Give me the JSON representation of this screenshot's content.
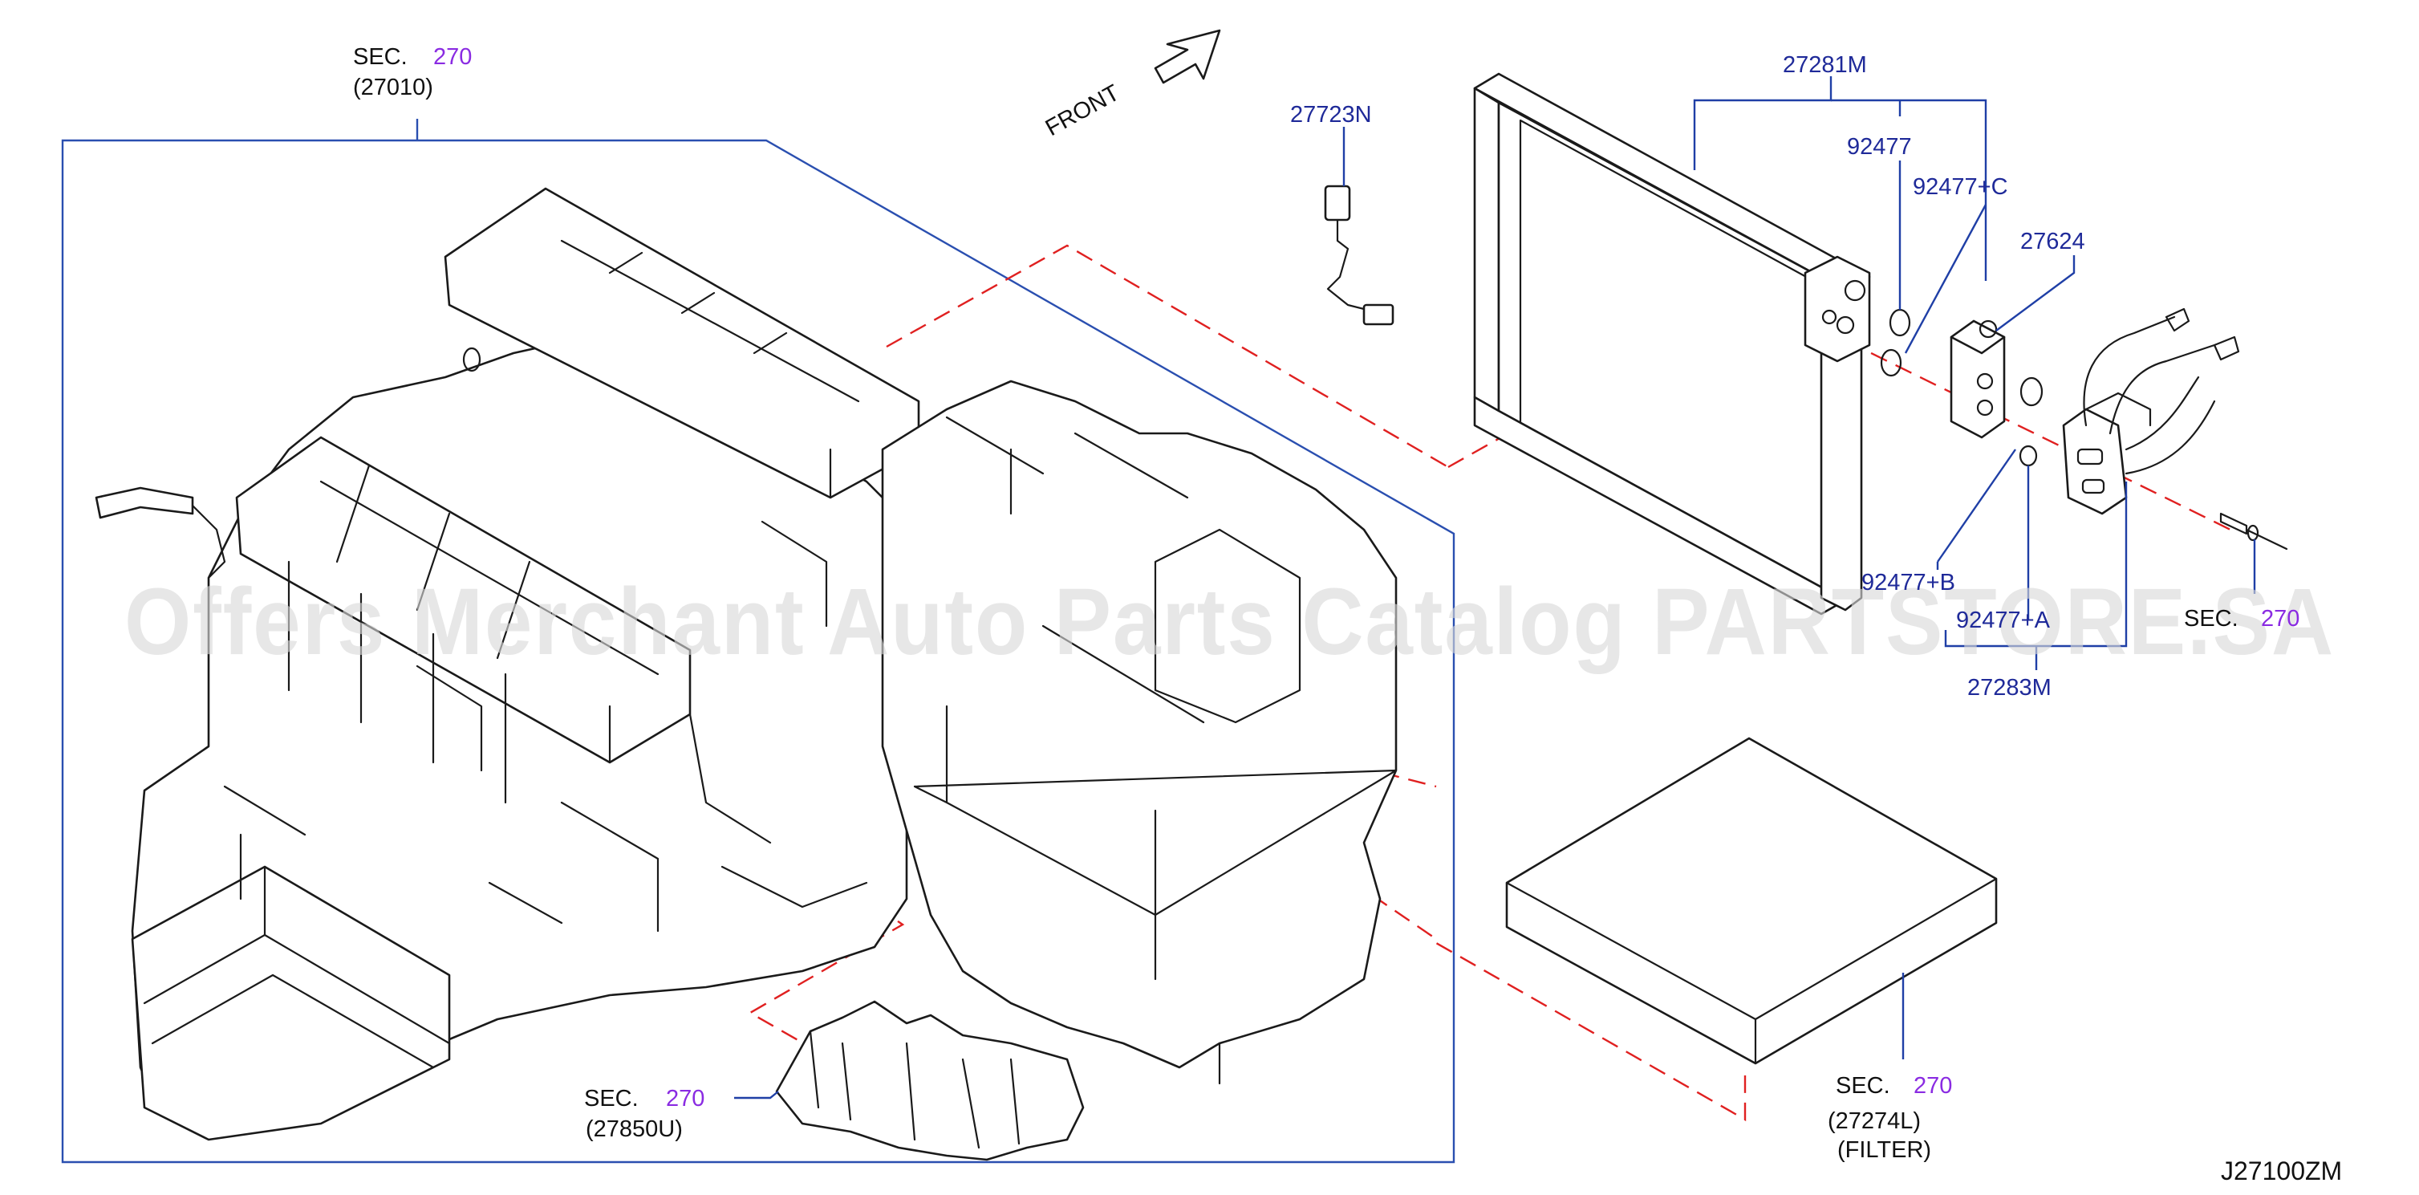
{
  "labels": {
    "sec_top_left": {
      "sec": "SEC.",
      "num": "270",
      "code": "(27010)"
    },
    "front": "FRONT",
    "p_27723N": "27723N",
    "p_27281M": "27281M",
    "p_92477": "92477",
    "p_92477C": "92477+C",
    "p_27624": "27624",
    "p_92477B": "92477+B",
    "p_92477A": "92477+A",
    "sec_right": {
      "sec": "SEC.",
      "num": "270"
    },
    "p_27283M": "27283M",
    "sec_filter": {
      "sec": "SEC.",
      "num": "270",
      "code": "(27274L)",
      "note": "(FILTER)"
    },
    "sec_bottom": {
      "sec": "SEC.",
      "num": "270",
      "code": "(27850U)"
    },
    "diagram_ref": "J27100ZM"
  },
  "watermark": "Offers Merchant Auto Parts Catalog PARTSTORE.SA",
  "colors": {
    "callout_blue": "#1f2a99",
    "section_purple": "#8a2be2",
    "dashed_red": "#e02020",
    "frame_blue": "#2a4fb0"
  }
}
